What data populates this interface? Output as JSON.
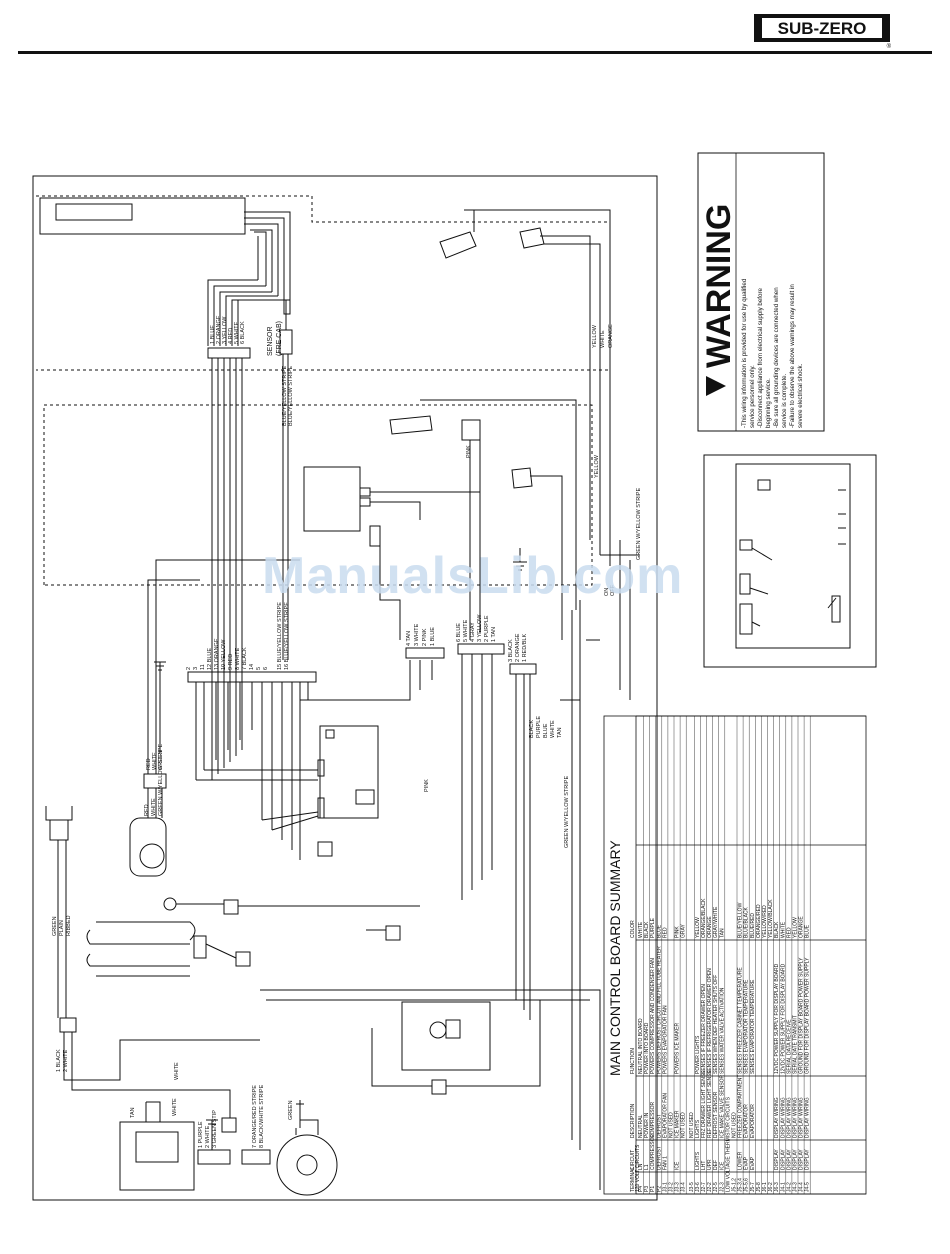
{
  "brand": {
    "logo_text": "SUB-ZERO",
    "registered": "®"
  },
  "watermark": "ManualsLib.com",
  "warning": {
    "title": "WARNING",
    "lines": [
      "-This wiring information is provided for use by qualified",
      "service personnel only.",
      "-Disconnect appliance from electrical supply before",
      "beginning service.",
      "-Be sure all grounding devices are connected when",
      "service is complete.",
      "-Failure to observe the above warnings may result in",
      "severe electrical shock."
    ]
  },
  "diagram": {
    "sensor_label": [
      "SENSOR",
      "(FRE CAB)"
    ],
    "harness_top": [
      "1 BLUE",
      "2 ORANGE",
      "3 YELLOW",
      "4 RED",
      "5 WHITE",
      "6 BLACK"
    ],
    "harness_mid": [
      "2",
      "3",
      "11",
      "12 BLUE",
      "13 ORANGE",
      "10 YELLOW",
      "9 RED",
      "8 WHITE",
      "7 BLACK",
      "14",
      "5",
      "6",
      "15 BLUE/YELLOW STRIPE",
      "16 BLUE/YELLOW STRIPE"
    ],
    "stripe_labels": [
      "BLUE/YELLOW STRIPE",
      "BLUE/YELLOW STRIPE"
    ],
    "conn_a": [
      "4 TAN",
      "3 WHITE",
      "2 PINK",
      "1 BLUE"
    ],
    "conn_b": [
      "6 BLUE",
      "5 WHITE",
      "4 GRAY",
      "3 YELLOW",
      "2 PURPLE",
      "1 TAN"
    ],
    "conn_c": [
      "3 BLACK",
      "2 ORANGE",
      "1 RED/BLK"
    ],
    "right_wires": [
      "YELLOW",
      "WHITE",
      "ORANGE"
    ],
    "yellow": "YELLOW",
    "pink": "PINK",
    "green_stripe": "GREEN W/YELLOW STRIPE",
    "green_stripe2": "GREEN W/YELLOW STRIPE",
    "on_off": [
      "ON",
      "OFF"
    ],
    "board_out": [
      "BLACK",
      "PURPLE",
      "BLUE",
      "WHITE",
      "TAN"
    ],
    "power_cord": [
      "GREEN",
      "PLAIN",
      "RIBBED"
    ],
    "motor_leads": [
      "RED",
      "WHITE",
      "GREEN"
    ],
    "motor_leads2": [
      "RED",
      "WHITE",
      "GREEN W/YELLOW STRIPE"
    ],
    "cord_conn": [
      "1 BLACK",
      "2 WHITE"
    ],
    "compressor_labels": [
      "TAN",
      "WHITE",
      "WHITE"
    ],
    "bottom_left": [
      "1 PURPLE",
      "2 WHITE",
      "3 GREEN STIP"
    ],
    "bottom_mid": [
      "7 ORANGE/RED STRIPE",
      "8 BLACK/WHITE STRIPE"
    ],
    "fan_label": "GREEN"
  },
  "summary": {
    "title": "MAIN CONTROL BOARD SUMMARY",
    "headers": [
      "TERMINAL",
      "CIRCUIT",
      "DESCRIPTION",
      "FUNCTION",
      "COLOR"
    ],
    "section_120": "120 VOLT CIRCUITS",
    "rows_120": [
      [
        "P4",
        "LN",
        "NEUTRAL",
        "NEUTRAL INTO BOARD",
        "WHITE"
      ],
      [
        "P3",
        "L1",
        "POWER IN",
        "POWER INTO BOARD",
        "BLACK"
      ],
      [
        "P1",
        "COMPRESSOR",
        "COMPRESSOR",
        "POWERS COMPRESSOR AND CONDENSER FAN",
        "PURPLE"
      ],
      [
        "P2",
        "DEFROST",
        "DEFROST",
        "POWERS DEFROST CIRCUIT AND FILL TUBE HEATER",
        "BLUE"
      ],
      [
        "J3-1",
        "FAN 1",
        "EVAPORATOR FAN",
        "POWERS EVAPORATOR FAN",
        "RED"
      ],
      [
        "J3-2",
        "",
        "NOT USED",
        "",
        ""
      ],
      [
        "J3-3",
        "ICE",
        "ICE MAKER",
        "POWERS ICE MAKER",
        "PINK"
      ],
      [
        "J3-4",
        "",
        "NOT USED",
        "",
        "GRAY"
      ]
    ],
    "rows_lights": [
      [
        "J3-5",
        "",
        "NOT USED",
        "",
        ""
      ],
      [
        "J3-6",
        "LIGHTS",
        "LIGHTS",
        "POWER LIGHTS",
        "YELLOW"
      ],
      [
        "J2-7",
        "LHT",
        "FRZ DRAWER LIGHT SENSE",
        "SENSES IF FREEZER DRAWER OPEN",
        "ORANGE/BLACK"
      ],
      [
        "J2-2",
        "UPR",
        "REF DRAWER LIGHT SENSE",
        "SENSES IF REFRIGERATOR DRAWER OPEN",
        "ORANGE"
      ],
      [
        "J2-5",
        "DEF",
        "DEFROST SENSOR",
        "SENSES WHEN DEF HEATER SHUTS OFF",
        "GRAY/WHITE"
      ],
      [
        "J2-3",
        "ICE",
        "ICE MAKE VALVE SENSOR",
        "SENSES WATER VALVE ACTIVATION",
        "TAN"
      ]
    ],
    "section_low": "LOW VOLTAGE THERMISTOR CIRCUITS",
    "rows_low": [
      [
        "J5-1,2",
        "",
        "NOT USED",
        "",
        ""
      ],
      [
        "J5-3,4",
        "LOWER",
        "FREEZER COMPARTMENT",
        "SENSES FREEZER CABINET TEMPERATURE",
        "BLUE/YELLOW"
      ],
      [
        "J5-5,6",
        "EVAP",
        "EVAPORATOR",
        "SENSES EVAPORATOR TEMPERATURE",
        "BLUE/BLACK"
      ],
      [
        "J5-7",
        "EVAP",
        "EVAPORATOR",
        "SENSES EVAPORATOR TEMPERATURE",
        "BLUE/RED"
      ],
      [
        "J5-8",
        "",
        "",
        "",
        "ORANGE/RED"
      ],
      [
        "J6-1",
        "",
        "",
        "",
        "YELLOW/RED"
      ],
      [
        "J6-2",
        "",
        "",
        "",
        "YELLOW/BLACK"
      ],
      [
        "J6-3",
        "DISPLAY",
        "DISPLAY WIRING",
        "12VDC POWER SUPPLY FOR DISPLAY BOARD",
        "BLACK"
      ],
      [
        "J4-1",
        "DISPLAY",
        "DISPLAY WIRING",
        "12VDC POWER SUPPLY FOR DISPLAY BOARD",
        "WHITE"
      ],
      [
        "J4-2",
        "DISPLAY",
        "DISPLAY WIRING",
        "SERIAL DATA RECEIVE",
        "RED"
      ],
      [
        "J4-3",
        "DISPLAY",
        "DISPLAY WIRING",
        "SERIAL DATE TRANSMIT",
        "YELLOW"
      ],
      [
        "J4-4",
        "DISPLAY",
        "DISPLAY WIRING",
        "GROUND FOR DISPLAY BOARD POWER SUPPLY",
        "ORANGE"
      ],
      [
        "J4-5",
        "DISPLAY",
        "DISPLAY WIRING",
        "GROUND FOR DISPLAY BOARD POWER SUPPLY",
        "BLUE"
      ]
    ]
  }
}
